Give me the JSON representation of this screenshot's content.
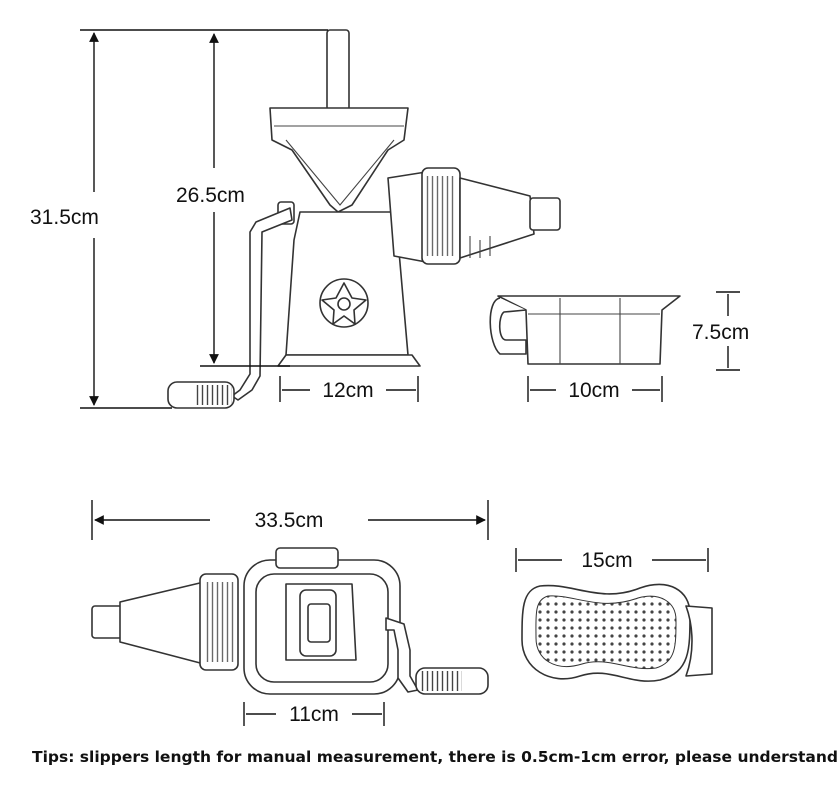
{
  "dimensions": {
    "total_height": "31.5cm",
    "body_height": "26.5cm",
    "base_width": "12cm",
    "cup_height": "7.5cm",
    "cup_width": "10cm",
    "total_length": "33.5cm",
    "strainer_length": "15cm",
    "top_body_width": "11cm"
  },
  "tips": "Tips: slippers length for manual measurement, there is 0.5cm-1cm error, please understand"
}
